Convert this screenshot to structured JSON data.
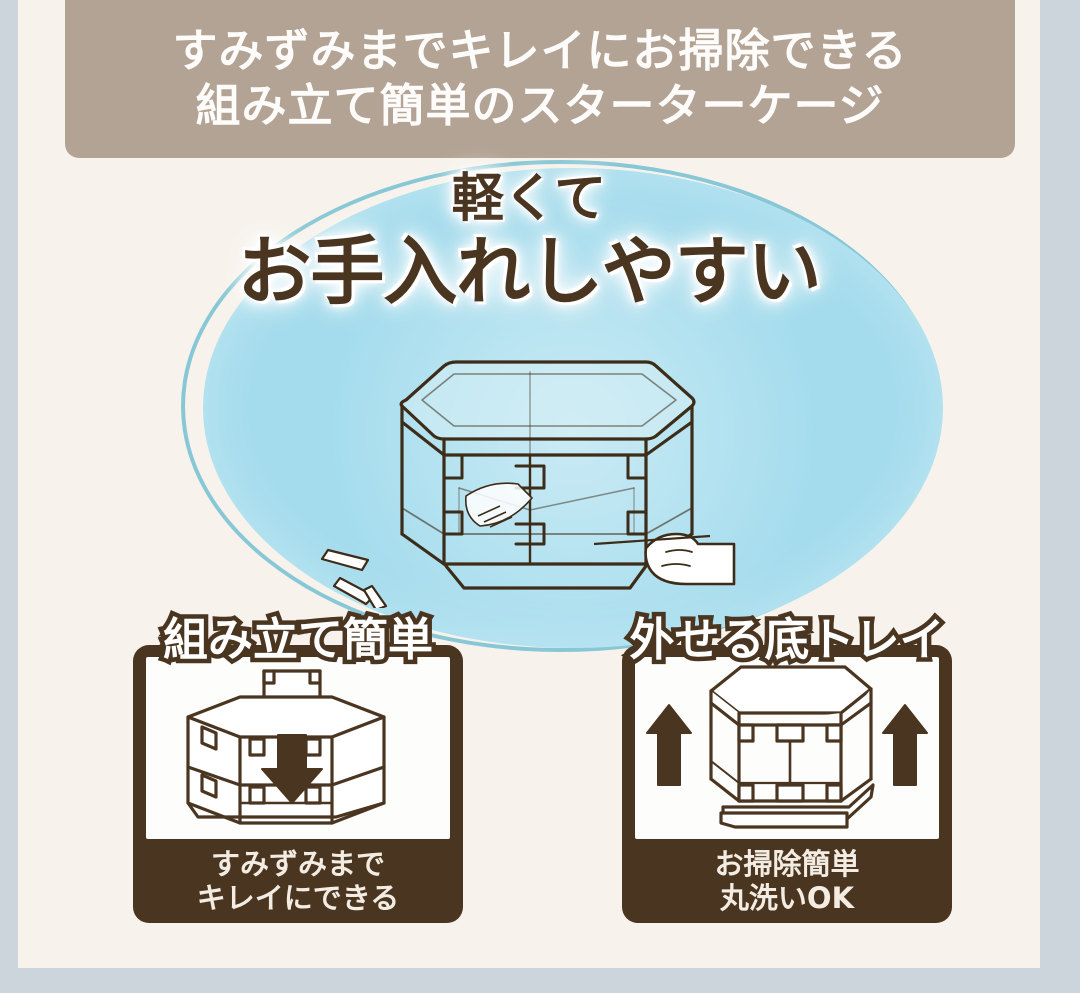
{
  "banner": {
    "line1": "すみずみまでキレイにお掃除できる",
    "line2": "組み立て簡単のスターターケージ"
  },
  "hero": {
    "sub_headline": "軽くて",
    "headline": "お手入れしやすい",
    "illustration_name": "transparent-cage-being-wiped-illustration"
  },
  "cards": [
    {
      "title": "組み立て簡単",
      "caption_line1": "すみずみまで",
      "caption_line2": "キレイにできる",
      "illustration_name": "cage-panel-sliding-down-illustration"
    },
    {
      "title": "外せる底トレイ",
      "caption_line1": "お掃除簡単",
      "caption_line2": "丸洗いOK",
      "illustration_name": "cage-bottom-tray-removable-illustration"
    }
  ],
  "colors": {
    "frame": "#ccd5dc",
    "page_background": "#f7f3ec",
    "banner_taupe": "#b3a394",
    "brown": "#4a3520",
    "blue_oval": "#a4dced",
    "blue_ring": "#63b9cf",
    "cream_text": "#f3ece2"
  }
}
